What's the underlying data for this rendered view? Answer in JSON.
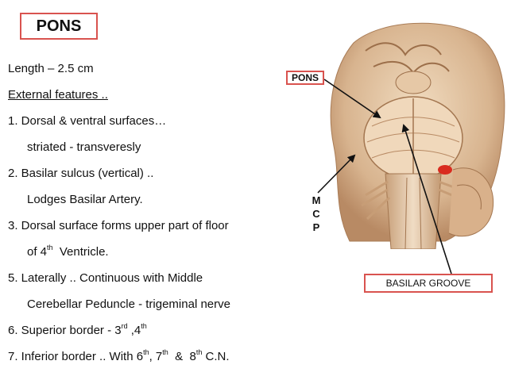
{
  "title": "PONS",
  "lines": {
    "l1": "Length – 2.5 cm",
    "l2": "External features ..",
    "l3": "1. Dorsal & ventral surfaces…",
    "l4": "striated   - transveresly",
    "l5": "2. Basilar sulcus (vertical) ..",
    "l6": "Lodges Basilar Artery.",
    "l7": "3. Dorsal surface forms upper part of floor",
    "l8a": "of 4",
    "l8sup": "th",
    "l8b": "  Ventricle.",
    "l9": "5. Laterally .. Continuous with Middle",
    "l10": "Cerebellar Peduncle - trigeminal nerve",
    "l11a": "6. Superior border - 3",
    "l11sup1": "rd",
    "l11b": " ,4",
    "l11sup2": "th",
    "l12a": "7. Inferior border .. With 6",
    "l12sup1": "th",
    "l12b": ", 7",
    "l12sup2": "th",
    "l12c": "  &  8",
    "l12sup3": "th",
    "l12d": " C.N."
  },
  "labels": {
    "pons": "PONS",
    "mcp": [
      "M",
      "C",
      "P"
    ],
    "basilar_groove": "BASILAR GROOVE"
  },
  "colors": {
    "box_border": "#d9534f"
  }
}
